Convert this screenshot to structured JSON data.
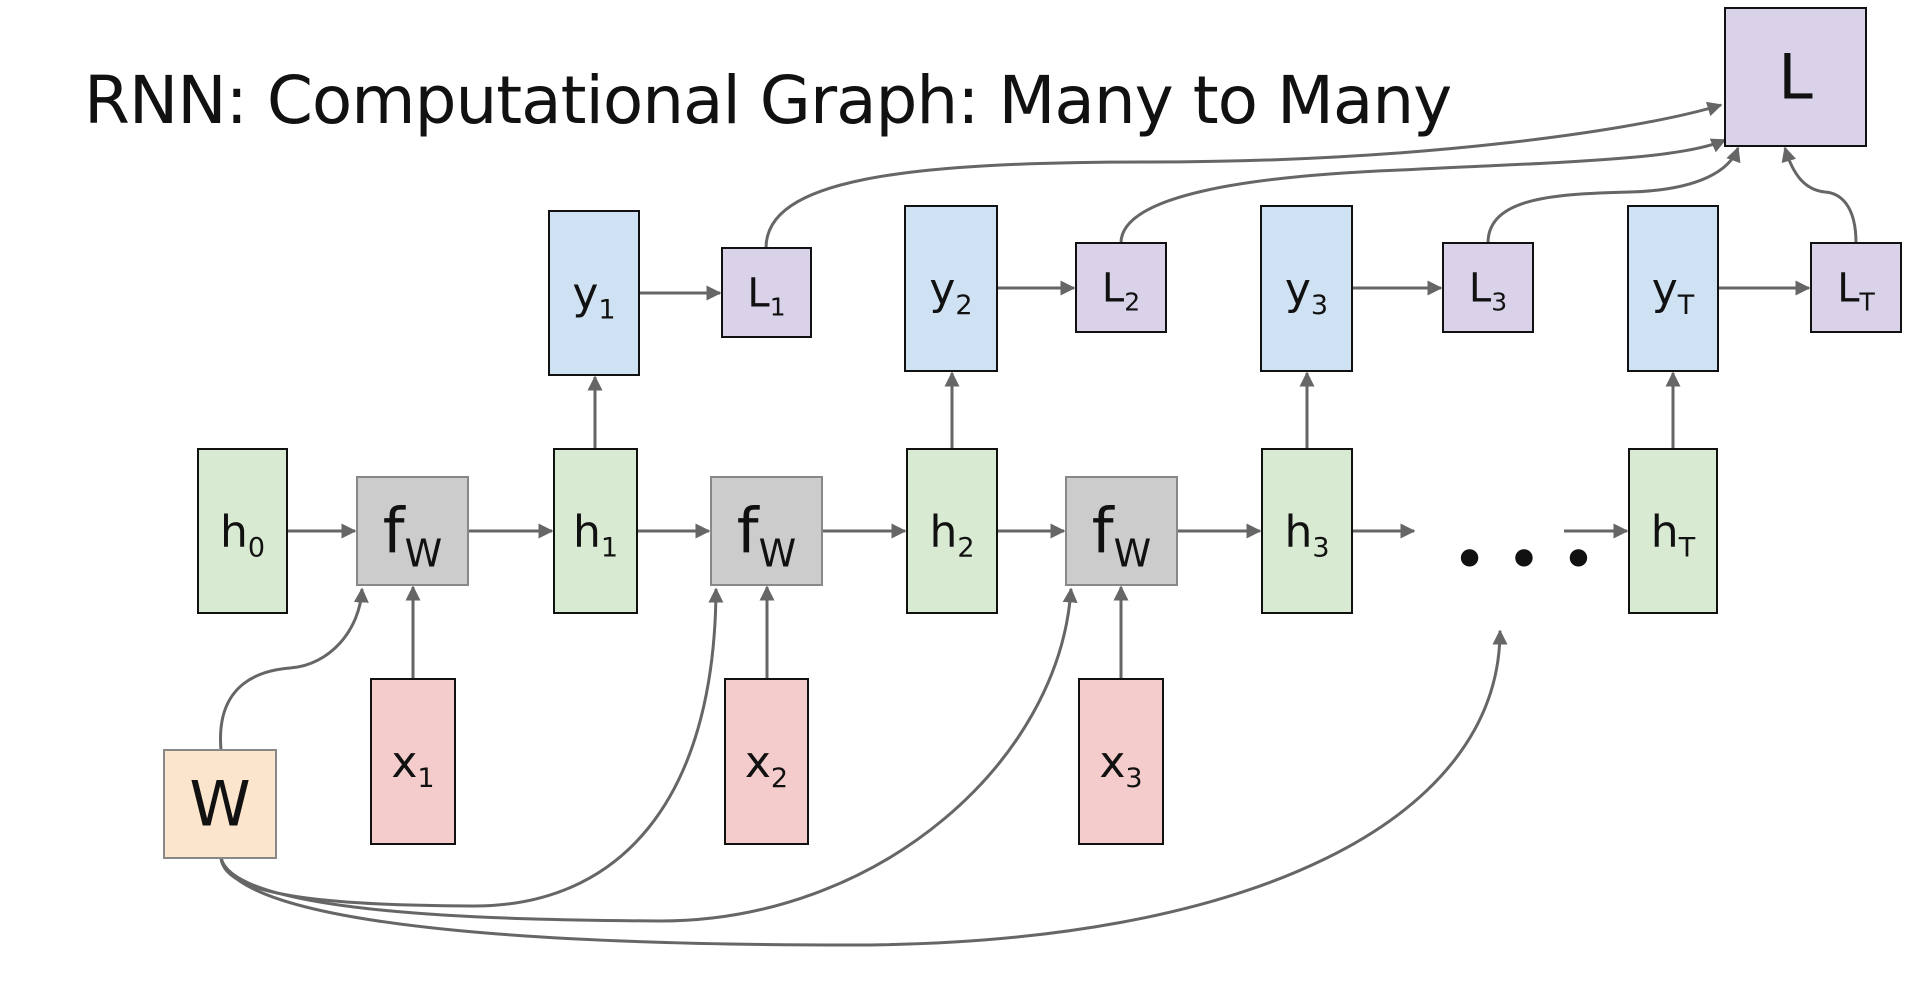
{
  "title": "RNN: Computational Graph: Many to Many",
  "colors": {
    "hidden": "#d9ead3",
    "output": "#cfe2f3",
    "loss": "#d9d2e9",
    "input": "#f4cccc",
    "func": "#cccccc",
    "weight": "#fce5cd",
    "stroke": "#111111",
    "arrow": "#666666"
  },
  "nodes": {
    "h0": {
      "base": "h",
      "sub": "0"
    },
    "h1": {
      "base": "h",
      "sub": "1"
    },
    "h2": {
      "base": "h",
      "sub": "2"
    },
    "h3": {
      "base": "h",
      "sub": "3"
    },
    "hT": {
      "base": "h",
      "sub": "T"
    },
    "f1": {
      "base": "f",
      "sub": "W"
    },
    "f2": {
      "base": "f",
      "sub": "W"
    },
    "f3": {
      "base": "f",
      "sub": "W"
    },
    "x1": {
      "base": "x",
      "sub": "1"
    },
    "x2": {
      "base": "x",
      "sub": "2"
    },
    "x3": {
      "base": "x",
      "sub": "3"
    },
    "y1": {
      "base": "y",
      "sub": "1"
    },
    "y2": {
      "base": "y",
      "sub": "2"
    },
    "y3": {
      "base": "y",
      "sub": "3"
    },
    "yT": {
      "base": "y",
      "sub": "T"
    },
    "L1": {
      "base": "L",
      "sub": "1"
    },
    "L2": {
      "base": "L",
      "sub": "2"
    },
    "L3": {
      "base": "L",
      "sub": "3"
    },
    "LT": {
      "base": "L",
      "sub": "T"
    },
    "L": {
      "base": "L",
      "sub": ""
    },
    "W": {
      "base": "W",
      "sub": ""
    }
  },
  "ellipsis": "• • •"
}
